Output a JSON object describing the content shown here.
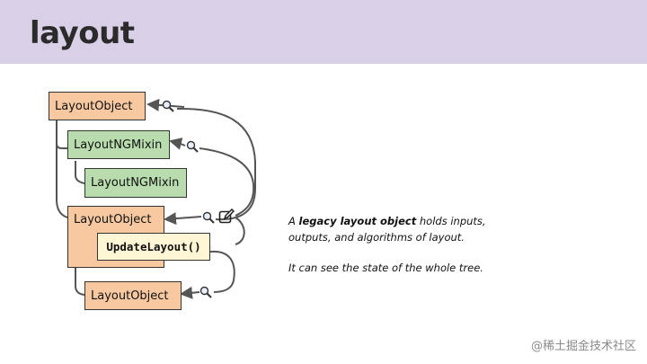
{
  "slide": {
    "title": "layout"
  },
  "diagram": {
    "nodes": [
      {
        "id": "layout-object-root",
        "label": "LayoutObject",
        "color": "#f8c9a1"
      },
      {
        "id": "layout-ng-mixin-1",
        "label": "LayoutNGMixin",
        "color": "#b8dcad"
      },
      {
        "id": "layout-ng-mixin-2",
        "label": "LayoutNGMixin",
        "color": "#b8dcad"
      },
      {
        "id": "layout-object-middle",
        "label": "LayoutObject",
        "color": "#f8c9a1"
      },
      {
        "id": "layout-object-bottom",
        "label": "LayoutObject",
        "color": "#f8c9a1"
      }
    ],
    "inner_method": "UpdateLayout()",
    "icons": [
      "magnifier-icon",
      "magnifier-icon",
      "magnifier-icon",
      "edit-icon",
      "magnifier-icon"
    ]
  },
  "description": {
    "line1_pre": "A ",
    "line1_bold": "legacy layout object",
    "line1_post": " holds inputs, outputs, and algorithms of layout.",
    "line2": "It can see the state of the whole tree."
  },
  "watermark": "@稀土掘金技术社区"
}
